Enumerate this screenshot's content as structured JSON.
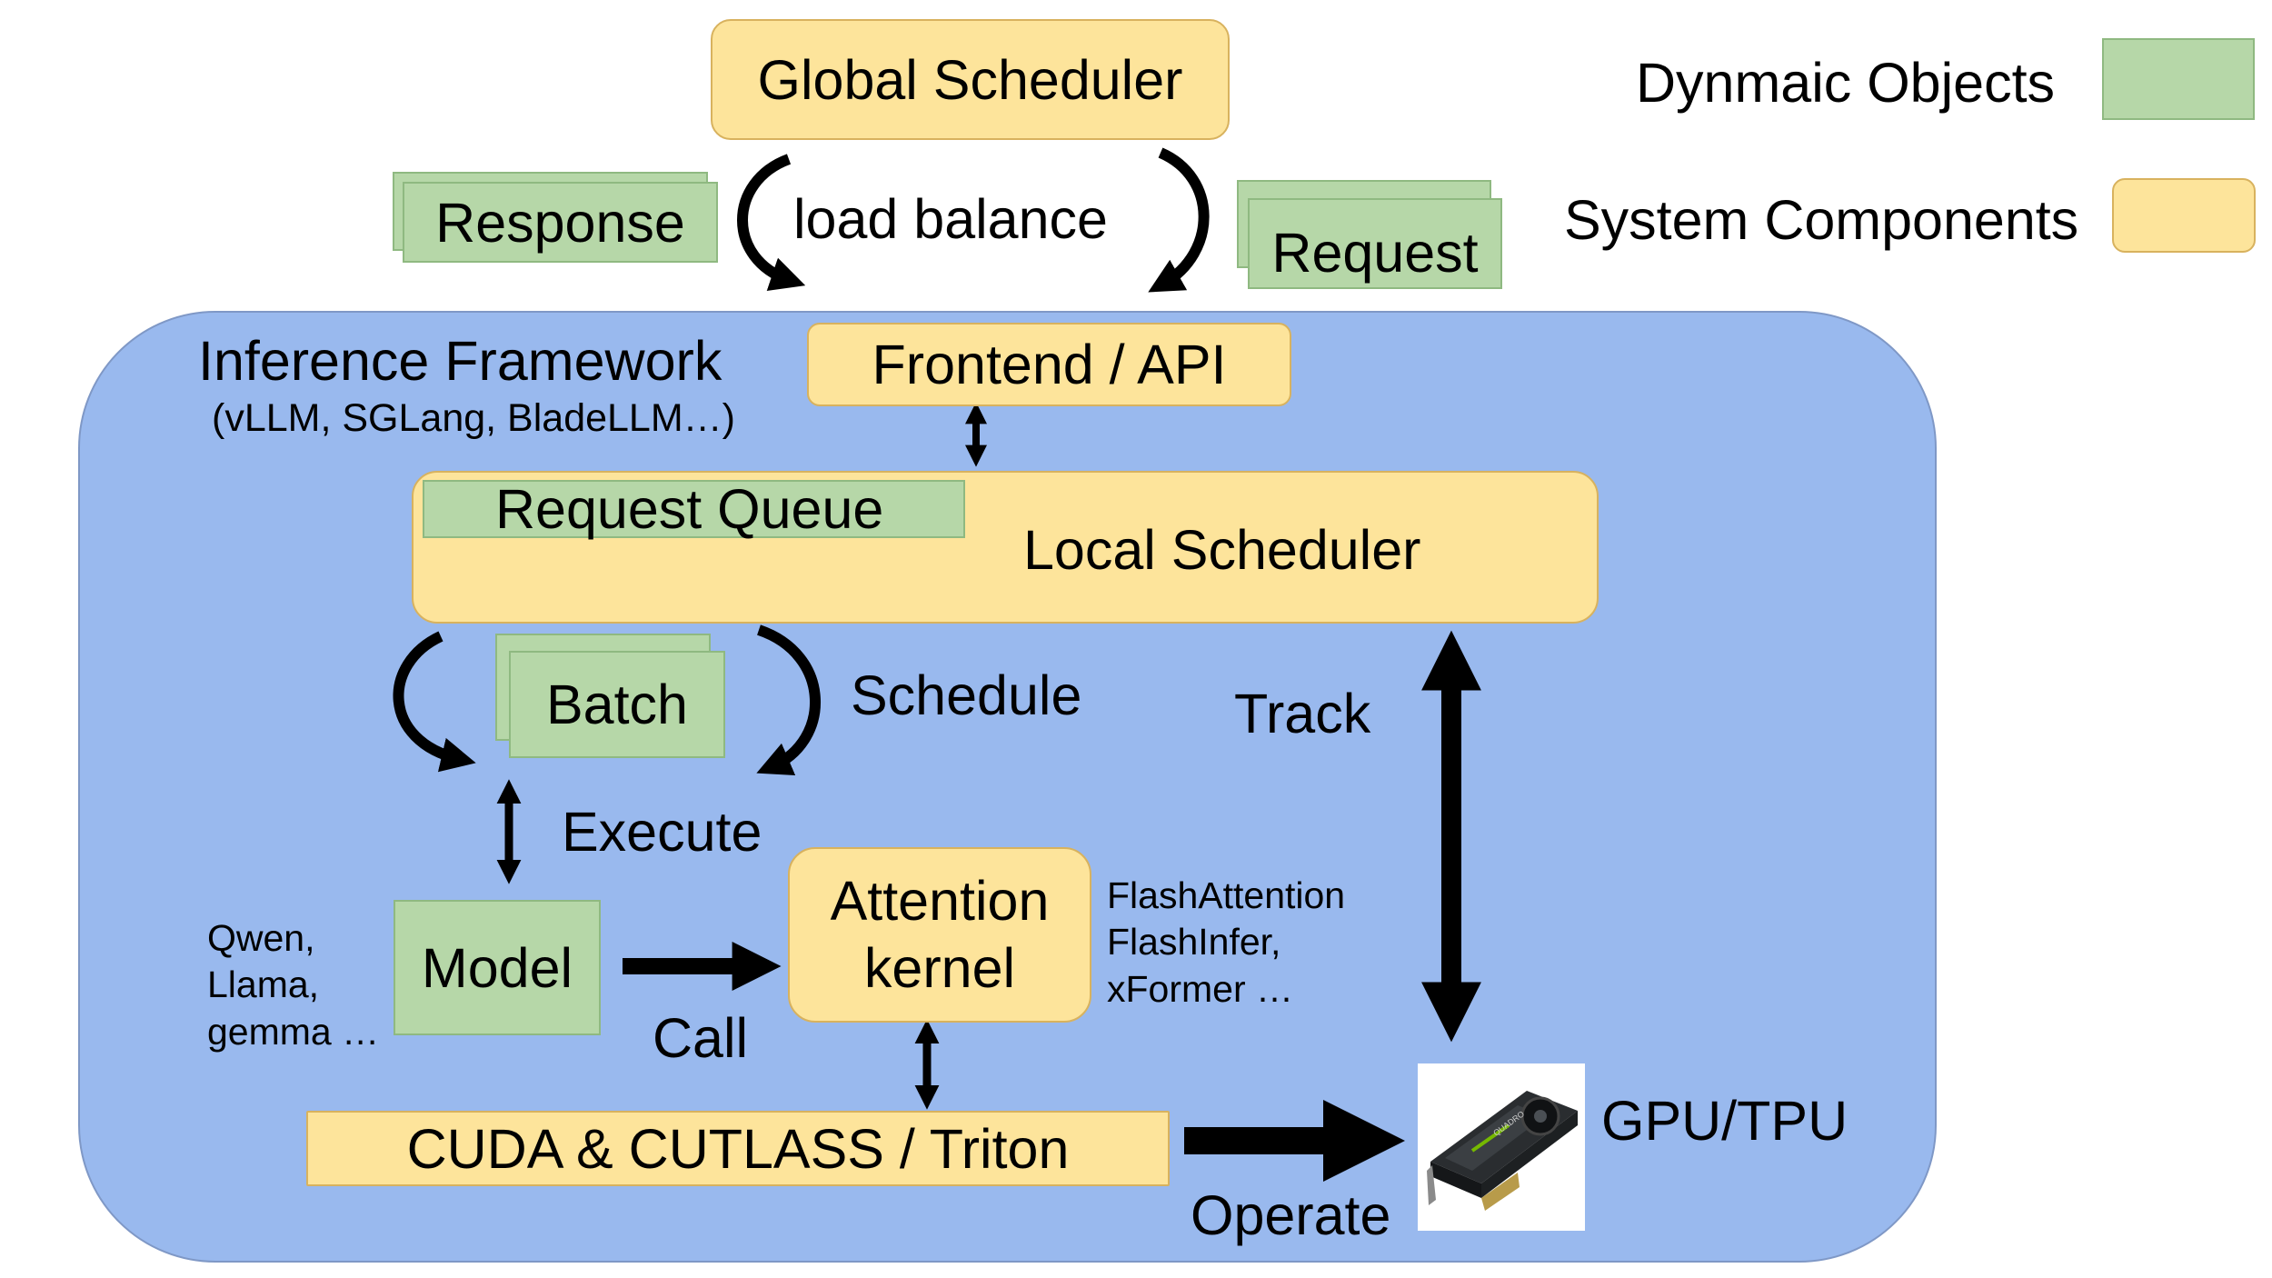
{
  "legend": {
    "dynamic_objects": "Dynmaic Objects",
    "system_components": "System Components"
  },
  "top": {
    "global_scheduler": "Global Scheduler",
    "load_balance": "load balance",
    "response": "Response",
    "request": "Request"
  },
  "framework": {
    "title": "Inference Framework",
    "subtitle": "(vLLM, SGLang, BladeLLM…)",
    "frontend": "Frontend / API",
    "request_queue": "Request Queue",
    "local_scheduler": "Local Scheduler",
    "batch": "Batch",
    "schedule": "Schedule",
    "track": "Track",
    "execute": "Execute",
    "model": "Model",
    "model_examples": "Qwen,\nLlama,\ngemma …",
    "call": "Call",
    "attention_kernel": "Attention\nkernel",
    "kernel_examples": "FlashAttention\nFlashInfer,\nxFormer …",
    "cuda": "CUDA & CUTLASS / Triton",
    "operate": "Operate",
    "gpu": "GPU/TPU"
  },
  "gpu_image": {
    "brand_text": "QUADRO"
  },
  "colors": {
    "framework_bg": "#99b9ee",
    "component_fill": "#fde49b",
    "object_fill": "#b6d7a8"
  }
}
